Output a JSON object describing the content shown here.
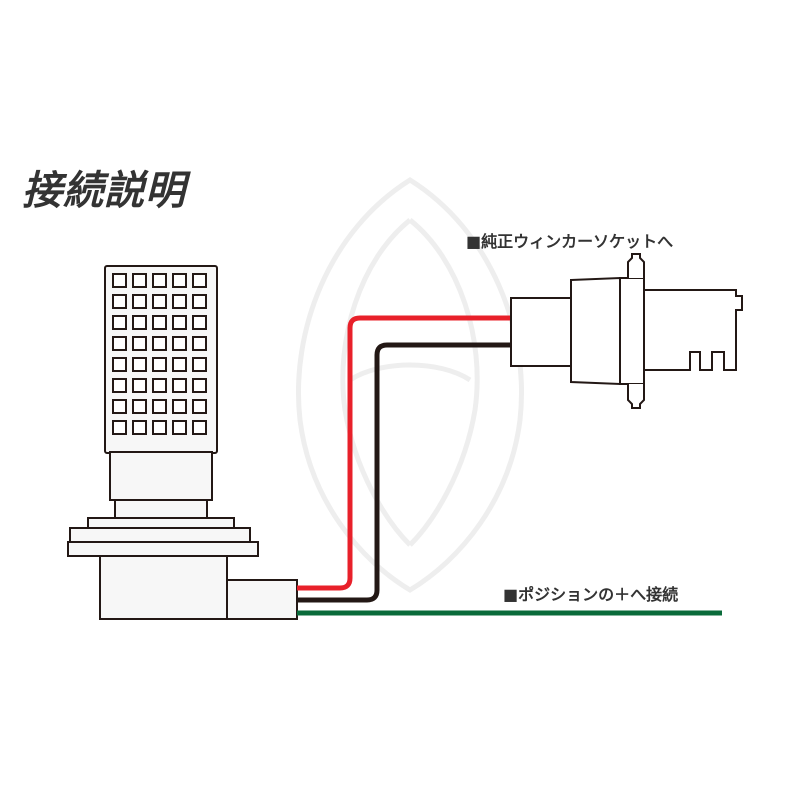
{
  "diagram": {
    "title": "接続説明",
    "socket_label": "■純正ウィンカーソケットへ",
    "position_label": "■ポジションの＋へ接続"
  },
  "colors": {
    "red_wire": "#e8202a",
    "black_wire": "#231815",
    "green_wire": "#0a6b3a",
    "outline": "#231815",
    "bulb_fill": "#f7f7f7",
    "text": "#333333",
    "watermark": "#eeeeee"
  }
}
